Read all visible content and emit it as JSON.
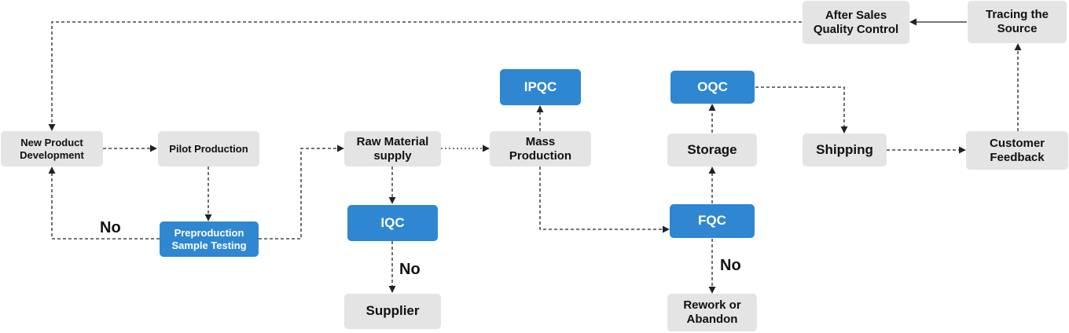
{
  "nodes": {
    "new_product_development": "New Product\nDevelopment",
    "pilot_production": "Pilot Production",
    "preproduction_sample_testing": "Preproduction\nSample Testing",
    "raw_material_supply": "Raw Material\nsupply",
    "iqc": "IQC",
    "supplier": "Supplier",
    "ipqc": "IPQC",
    "mass_production": "Mass\nProduction",
    "oqc": "OQC",
    "storage": "Storage",
    "fqc": "FQC",
    "rework_or_abandon": "Rework or\nAbandon",
    "shipping": "Shipping",
    "customer_feedback": "Customer\nFeedback",
    "tracing_the_source": "Tracing the\nSource",
    "after_sales_quality_control": "After Sales\nQuality Control"
  },
  "labels": {
    "no_testing": "No",
    "no_iqc": "No",
    "no_fqc": "No"
  },
  "colors": {
    "gray_box": "#e4e4e4",
    "blue_box": "#2e87d0",
    "arrow": "#222222"
  }
}
